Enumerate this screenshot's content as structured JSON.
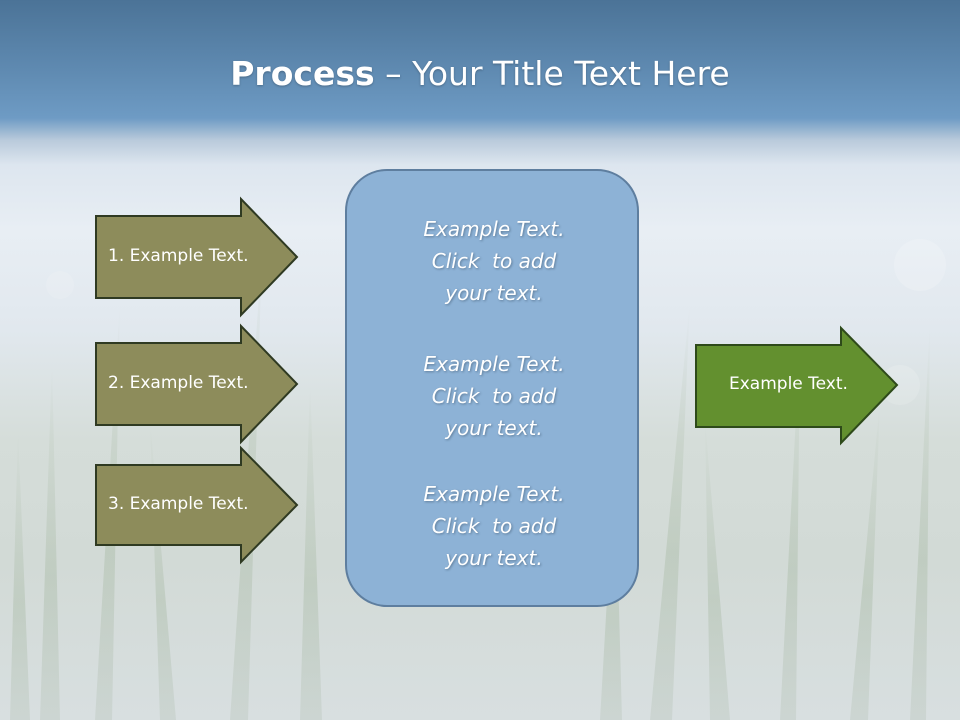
{
  "title": {
    "bold": "Process",
    "rest": " – Your Title Text Here"
  },
  "input_arrows": [
    {
      "label": "1. Example Text."
    },
    {
      "label": "2. Example Text."
    },
    {
      "label": "3. Example Text."
    }
  ],
  "center_box": {
    "blocks": [
      {
        "lines": [
          "Example Text.",
          "Click  to add",
          "your text."
        ]
      },
      {
        "lines": [
          "Example Text.",
          "Click  to add",
          "your text."
        ]
      },
      {
        "lines": [
          "Example Text.",
          "Click  to add",
          "your text."
        ]
      }
    ]
  },
  "output_arrow": {
    "label": "Example Text."
  },
  "colors": {
    "input_arrow_fill": "#8d8c5b",
    "input_arrow_stroke": "#2f3a22",
    "output_arrow_fill": "#63902f",
    "output_arrow_stroke": "#2e4a1a",
    "center_box_fill": "#8db2d6",
    "center_box_stroke": "#5e7e9f"
  }
}
